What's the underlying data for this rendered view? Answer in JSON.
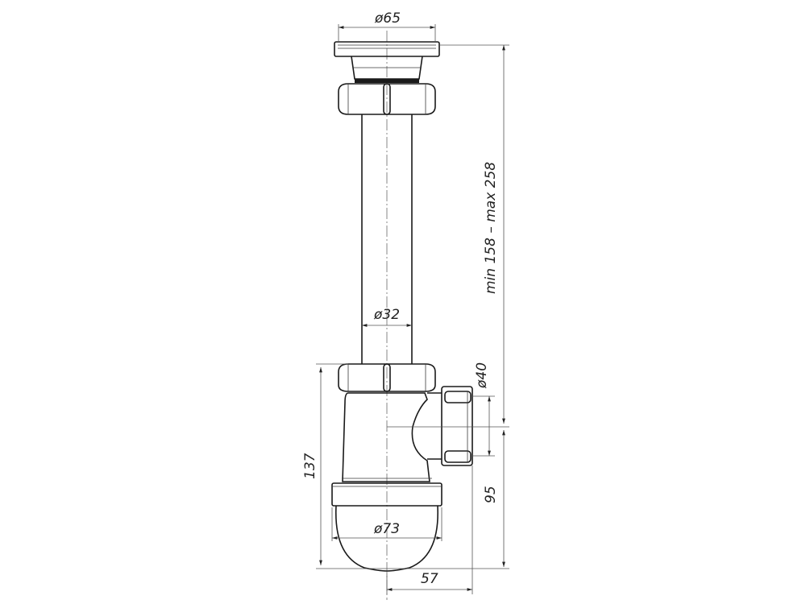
{
  "drawing": {
    "title": "Bottle trap technical drawing",
    "background": "#ffffff",
    "line_color": "#1a1a1a",
    "dimensions": {
      "flange_diameter": "ø65",
      "pipe_diameter": "ø32",
      "outlet_diameter": "ø40",
      "bottle_diameter": "ø73",
      "total_height_range": "min 158 – max 258",
      "body_height": "137",
      "outlet_height": "95",
      "outlet_offset": "57"
    }
  }
}
